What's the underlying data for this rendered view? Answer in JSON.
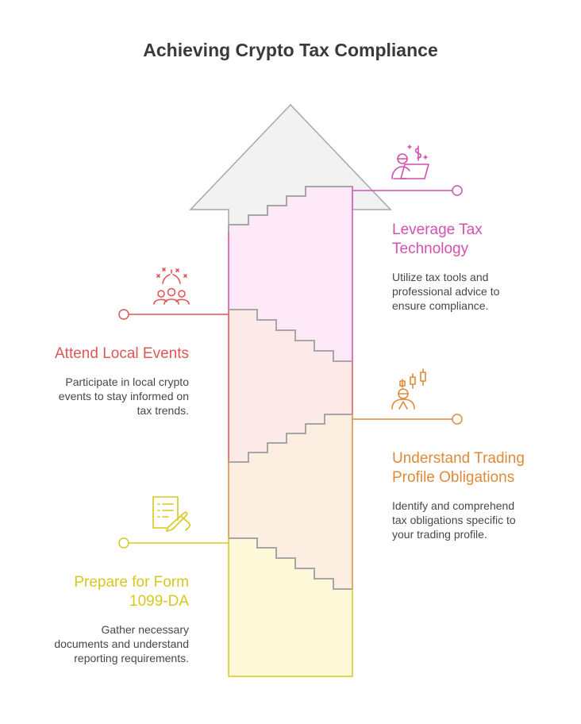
{
  "title": "Achieving Crypto Tax Compliance",
  "colors": {
    "pink": "#d44fb0",
    "red": "#de5656",
    "orange": "#de8a3a",
    "yellow": "#d7c81f",
    "arrow_fill": "#f2f2f2",
    "arrow_stroke": "#a6a6a6"
  },
  "steps": [
    {
      "heading": "Leverage Tax Technology",
      "heading_lines": [
        "Leverage Tax",
        "Technology"
      ],
      "description_lines": [
        "Utilize tax tools and",
        "professional advice to",
        "ensure compliance."
      ],
      "icon": "person-laptop-dollar-icon"
    },
    {
      "heading": "Attend Local Events",
      "heading_lines": [
        "Attend Local Events"
      ],
      "description_lines": [
        "Participate in local crypto",
        "events to stay informed on",
        "tax trends."
      ],
      "icon": "group-celebration-icon"
    },
    {
      "heading": "Understand Trading Profile Obligations",
      "heading_lines": [
        "Understand Trading",
        "Profile Obligations"
      ],
      "description_lines": [
        "Identify and comprehend",
        "tax obligations specific to",
        "your trading profile."
      ],
      "icon": "person-candlestick-icon"
    },
    {
      "heading": "Prepare for Form 1099-DA",
      "heading_lines": [
        "Prepare for Form",
        "1099-DA"
      ],
      "description_lines": [
        "Gather necessary",
        "documents and understand",
        "reporting requirements."
      ],
      "icon": "document-signing-icon"
    }
  ]
}
